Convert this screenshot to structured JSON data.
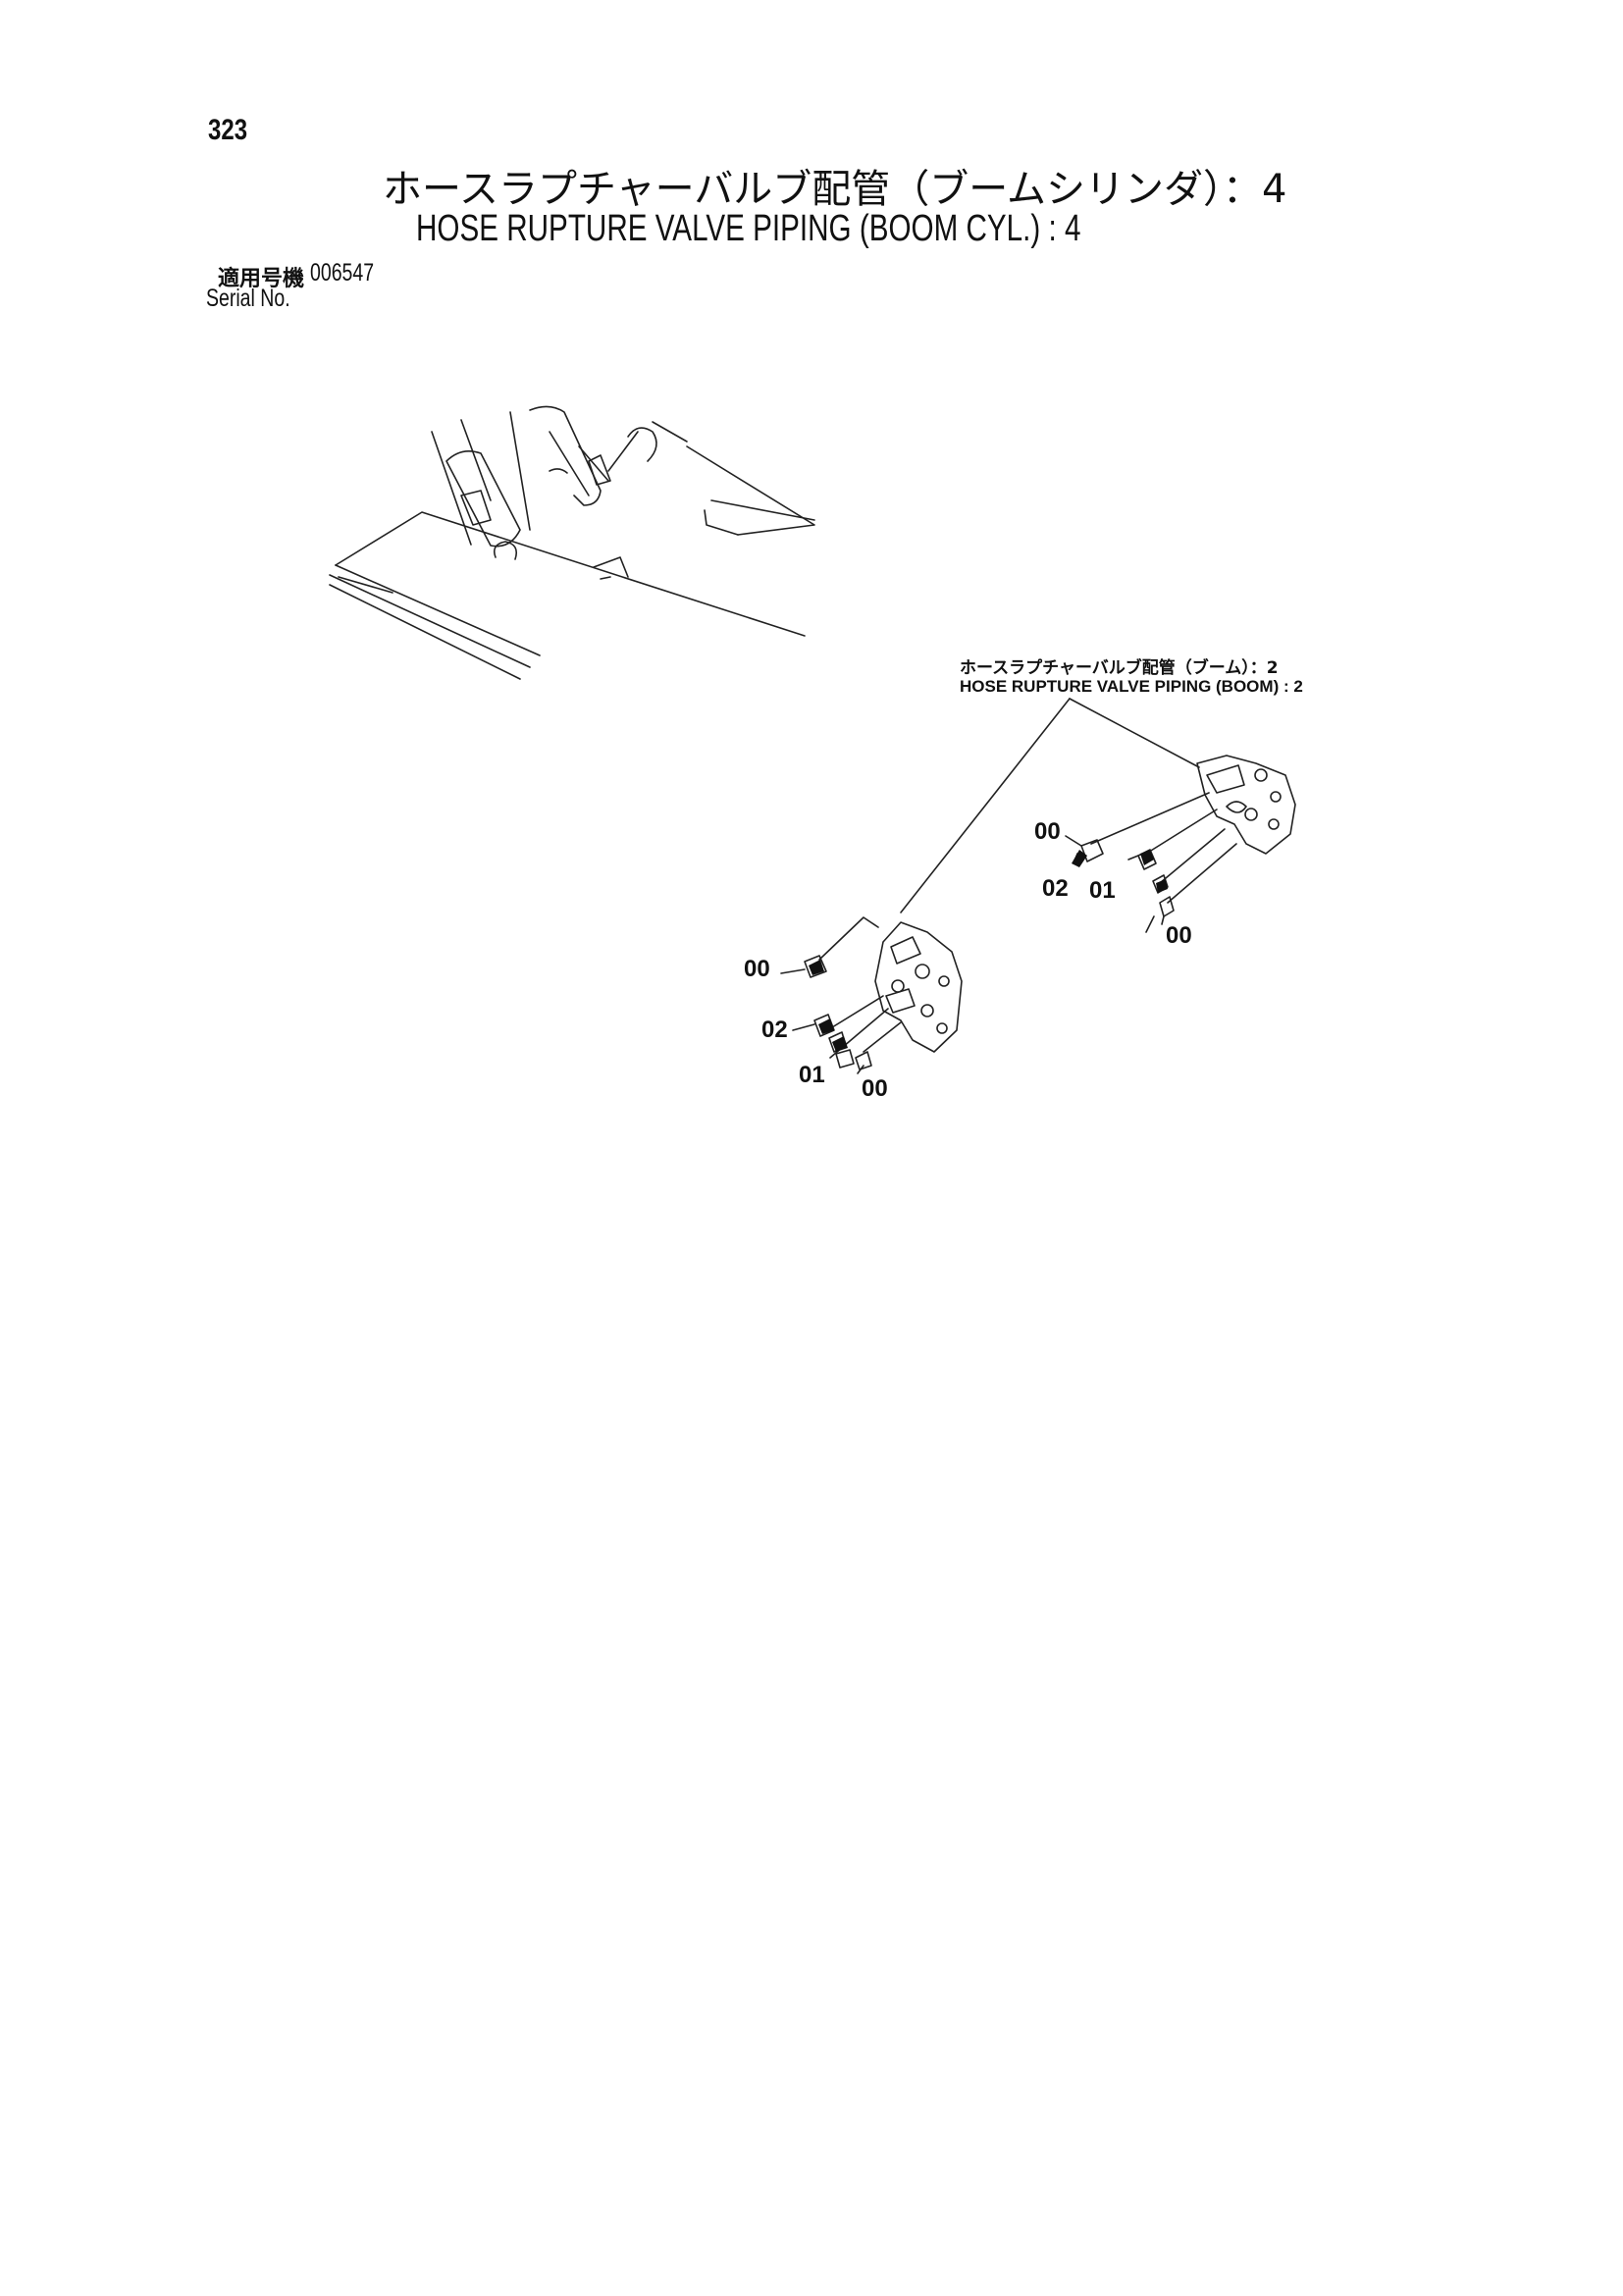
{
  "header": {
    "page_number": "323",
    "title_jp": "ホースラプチャーバルブ配管（ブームシリンダ）：4",
    "title_en": "HOSE RUPTURE VALVE PIPING (BOOM CYL.) : 4",
    "serial_label_jp": "適用号機",
    "serial_value": "006547",
    "serial_label_en": "Serial No."
  },
  "callout": {
    "title_jp": "ホースラプチャーバルブ配管（ブーム）：2",
    "title_en": "HOSE RUPTURE VALVE PIPING (BOOM) : 2"
  },
  "part_numbers": {
    "right_top": "00",
    "right_02": "02",
    "right_01": "01",
    "right_bottom": "00",
    "left_top": "00",
    "left_02": "02",
    "left_01": "01",
    "left_bottom": "00"
  }
}
